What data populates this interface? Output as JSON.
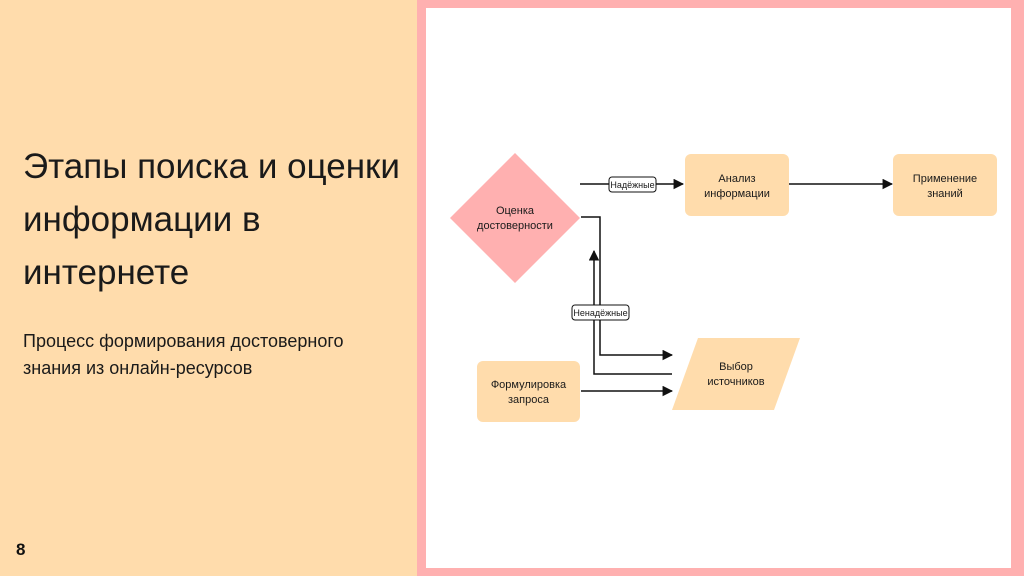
{
  "slide": {
    "title": "Этапы поиска и оценки информации в интернете",
    "subtitle": "Процесс формирования достоверного знания из онлайн-ресурсов",
    "page_number": "8"
  },
  "colors": {
    "left_background": "#ffdcac",
    "frame": "#ffb0b0",
    "node_fill": "#ffdcac",
    "decision_fill": "#ffb0b0",
    "edge": "#111111"
  },
  "diagram": {
    "nodes": {
      "query": {
        "line1": "Формулировка",
        "line2": "запроса",
        "shape": "rounded-rect"
      },
      "sources": {
        "line1": "Выбор",
        "line2": "источников",
        "shape": "parallelogram"
      },
      "reliability": {
        "line1": "Оценка",
        "line2": "достоверности",
        "shape": "diamond"
      },
      "analysis": {
        "line1": "Анализ",
        "line2": "информации",
        "shape": "rounded-rect"
      },
      "application": {
        "line1": "Применение",
        "line2": "знаний",
        "shape": "rounded-rect"
      }
    },
    "edges": {
      "reliable_label": "Надёжные",
      "unreliable_label": "Ненадёжные"
    }
  }
}
